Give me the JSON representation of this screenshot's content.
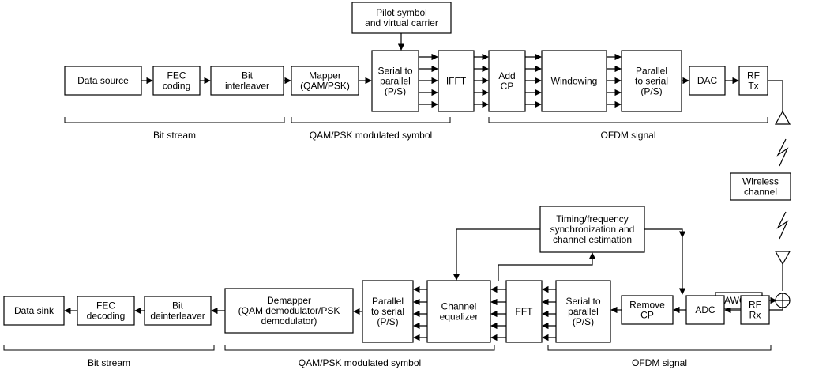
{
  "tx": {
    "data_source": [
      "Data source"
    ],
    "fec": [
      "FEC",
      "coding"
    ],
    "interleaver": [
      "Bit",
      "interleaver"
    ],
    "mapper": [
      "Mapper",
      "(QAM/PSK)"
    ],
    "pilot": [
      "Pilot symbol",
      "and virtual carrier"
    ],
    "s2p": [
      "Serial to",
      "parallel",
      "(P/S)"
    ],
    "ifft": [
      "IFFT"
    ],
    "add_cp": [
      "Add",
      "CP"
    ],
    "windowing": [
      "Windowing"
    ],
    "p2s": [
      "Parallel",
      "to serial",
      "(P/S)"
    ],
    "dac": [
      "DAC"
    ],
    "rf_tx": [
      "RF",
      "Tx"
    ]
  },
  "channel": {
    "wireless": [
      "Wireless",
      "channel"
    ],
    "awgn": [
      "AWGN"
    ]
  },
  "rx": {
    "rf_rx": [
      "RF",
      "Rx"
    ],
    "adc": [
      "ADC"
    ],
    "remove_cp": [
      "Remove",
      "CP"
    ],
    "s2p": [
      "Serial to",
      "parallel",
      "(P/S)"
    ],
    "fft": [
      "FFT"
    ],
    "sync": [
      "Timing/frequency",
      "synchronization  and",
      "channel estimation"
    ],
    "equalizer": [
      "Channel",
      "equalizer"
    ],
    "p2s": [
      "Parallel",
      "to serial",
      "(P/S)"
    ],
    "demapper": [
      "Demapper",
      "(QAM demodulator/PSK",
      "demodulator)"
    ],
    "deinterleaver": [
      "Bit",
      "deinterleaver"
    ],
    "fec": [
      "FEC",
      "decoding"
    ],
    "data_sink": [
      "Data sink"
    ]
  },
  "brackets": {
    "tx_bit_stream": "Bit stream",
    "tx_qam_psk": "QAM/PSK modulated symbol",
    "tx_ofdm": "OFDM signal",
    "rx_bit_stream": "Bit stream",
    "rx_qam_psk": "QAM/PSK modulated symbol",
    "rx_ofdm": "OFDM signal"
  }
}
